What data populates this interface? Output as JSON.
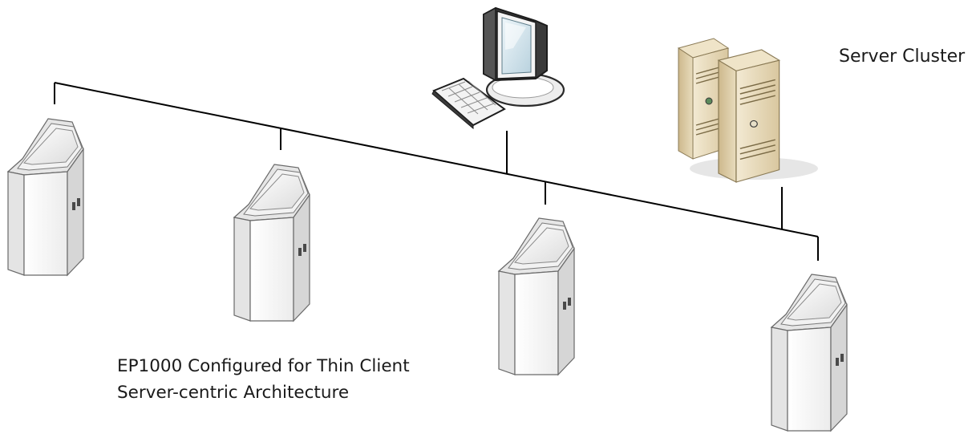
{
  "server_cluster_label": "Server Cluster",
  "caption": {
    "line1": "EP1000 Configured for Thin Client",
    "line2": "Server-centric Architecture"
  },
  "icons": [
    "kiosk-icon",
    "kiosk-icon",
    "kiosk-icon",
    "kiosk-icon",
    "workstation-icon",
    "server-icon",
    "server-icon"
  ],
  "colors": {
    "line": "#000000",
    "kiosk_body": "#f4f4f4",
    "kiosk_outline": "#6a6a6a",
    "server_beige": "#e6d9bb",
    "monitor_dark": "#2b2b2b",
    "screen_blue": "#d7e7ef"
  }
}
